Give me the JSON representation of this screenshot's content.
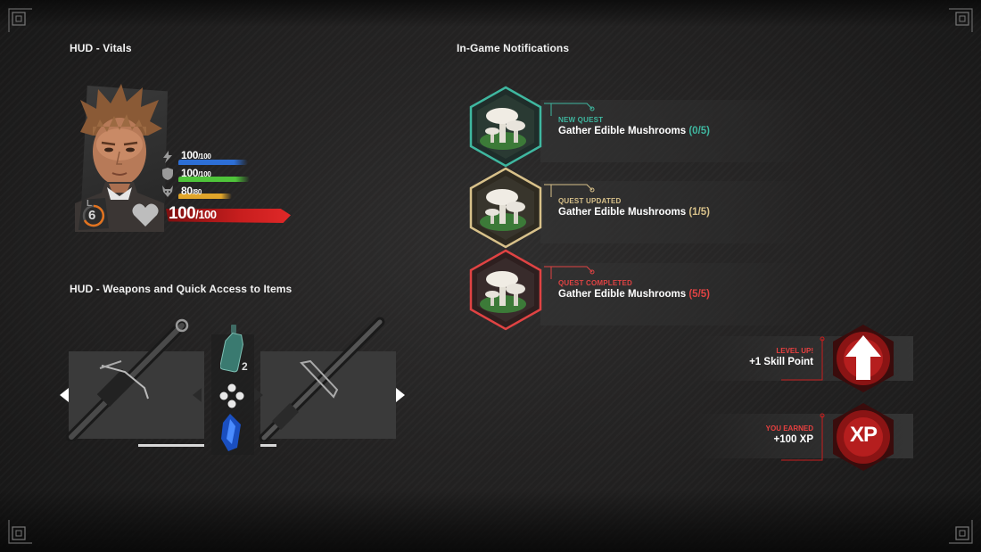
{
  "sections": {
    "vitals_title": "HUD - Vitals",
    "weapons_title": "HUD - Weapons and Quick Access to Items",
    "notifications_title": "In-Game Notifications"
  },
  "vitals": {
    "level_letter": "L",
    "level": "6",
    "stats": [
      {
        "icon": "lightning-icon",
        "current": "100",
        "max": "/100",
        "fraction": 1.0,
        "color": "#2d6fd6"
      },
      {
        "icon": "shield-icon",
        "current": "100",
        "max": "/100",
        "fraction": 1.0,
        "color": "#4fc43a"
      },
      {
        "icon": "wolf-icon",
        "current": "80",
        "max": "/80",
        "fraction": 1.0,
        "color": "#e0a52a"
      }
    ],
    "health": {
      "icon": "heart-icon",
      "current": "100",
      "max": "/100",
      "fraction": 1.0,
      "color": "#c81e1e"
    }
  },
  "weapons": {
    "quick_item_count": "2",
    "left_weapon_ammo_fraction": 1.0,
    "right_weapon_ammo_fraction": 0.2
  },
  "notifications": [
    {
      "status": "NEW QUEST",
      "title": "Gather Edible Mushrooms",
      "progress": "(0/5)",
      "color": "#3fb7a0"
    },
    {
      "status": "QUEST UPDATED",
      "title": "Gather Edible Mushrooms",
      "progress": "(1/5)",
      "color": "#d8c18a"
    },
    {
      "status": "QUEST COMPLETED",
      "title": "Gather Edible Mushrooms",
      "progress": "(5/5)",
      "color": "#e04343"
    }
  ],
  "rewards": [
    {
      "status": "LEVEL UP!",
      "text": "+1 Skill Point",
      "icon": "arrow-up-icon"
    },
    {
      "status": "YOU EARNED",
      "text": "+100 XP",
      "badge": "XP",
      "icon": "xp-badge-icon"
    }
  ],
  "colors": {
    "accent_red": "#c81e1e",
    "teal": "#3fb7a0",
    "gold": "#d8c18a"
  }
}
